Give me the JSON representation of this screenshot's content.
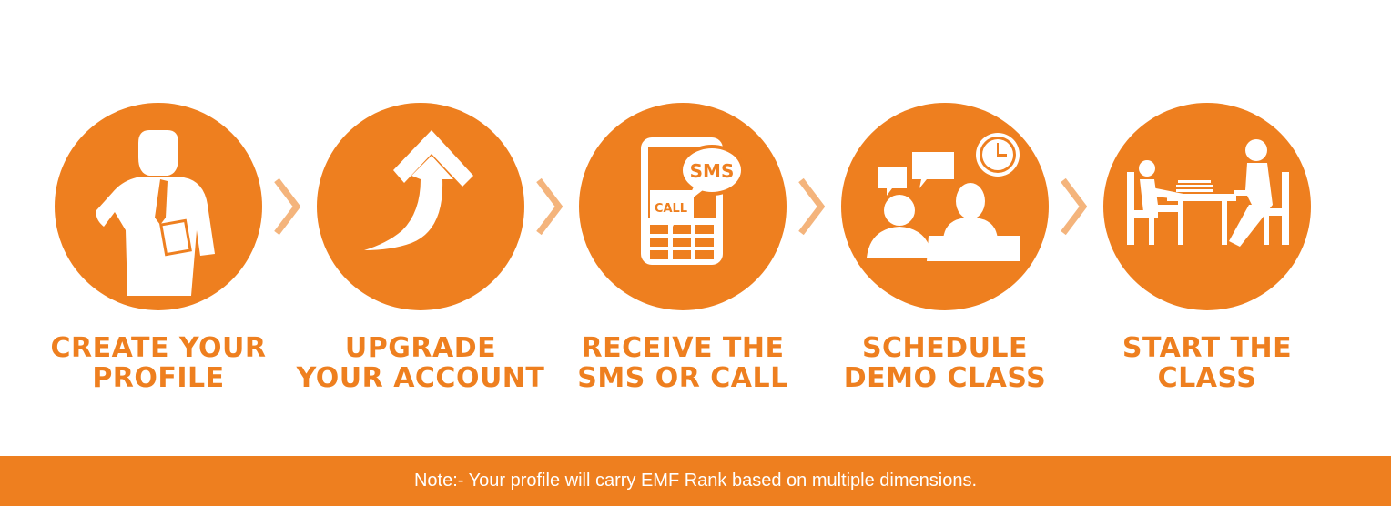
{
  "steps": [
    {
      "line1": "CREATE YOUR",
      "line2": "PROFILE",
      "icon": "profile-person-icon"
    },
    {
      "line1": "UPGRADE",
      "line2": "YOUR ACCOUNT",
      "icon": "upgrade-arrow-icon"
    },
    {
      "line1": "RECEIVE THE",
      "line2": "SMS OR CALL",
      "icon": "phone-sms-icon"
    },
    {
      "line1": "SCHEDULE",
      "line2": "DEMO CLASS",
      "icon": "schedule-meeting-icon"
    },
    {
      "line1": "START THE",
      "line2": "CLASS",
      "icon": "class-table-icon"
    }
  ],
  "phone": {
    "sms_text": "SMS",
    "call_text": "CALL"
  },
  "footer": {
    "note": "Note:- Your profile will carry  EMF Rank based on multiple dimensions."
  },
  "colors": {
    "accent": "#ee7f1f",
    "chevron": "#f4b47c",
    "background": "#ffffff",
    "icon": "#ffffff"
  }
}
